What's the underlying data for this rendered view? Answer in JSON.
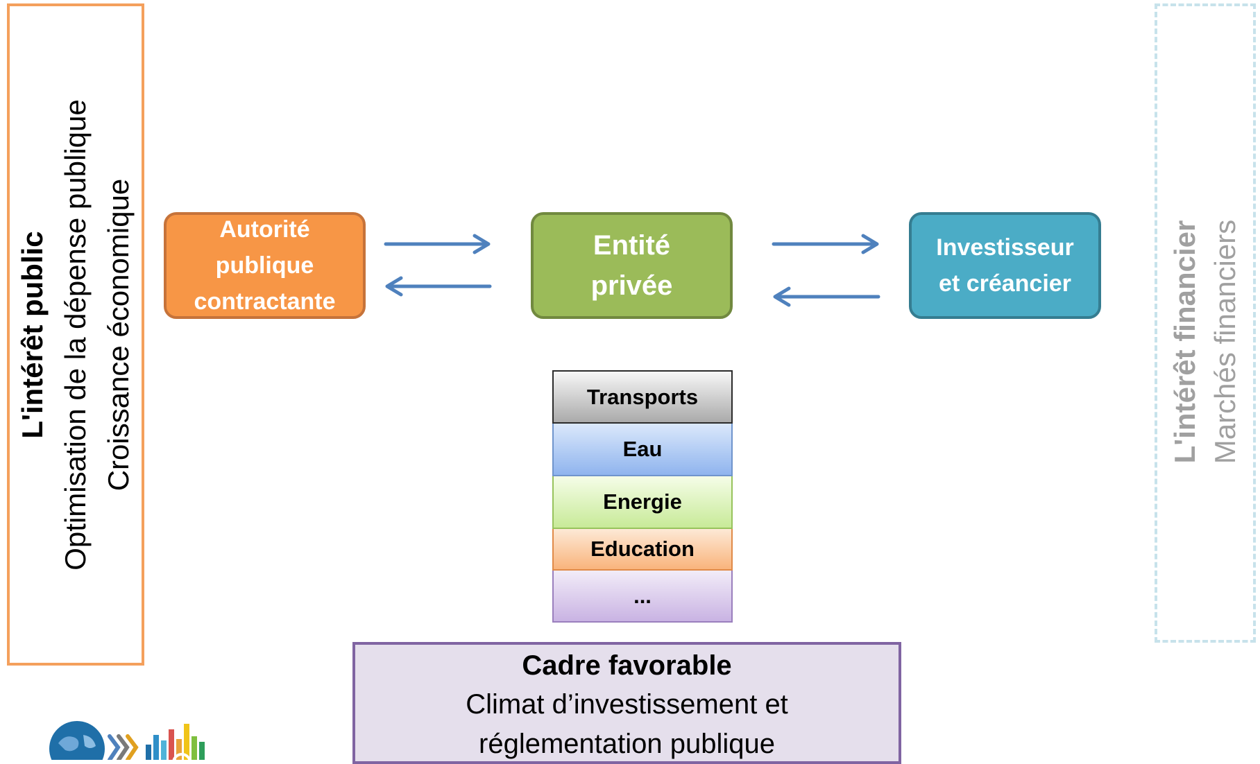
{
  "left_panel": {
    "title": "L'intérêt public",
    "lines": [
      "Optimisation de la dépense publique",
      "Croissance économique"
    ]
  },
  "right_panel": {
    "title": "L'intérêt financier",
    "line": "Marchés financiers"
  },
  "actors": {
    "authority": [
      "Autorité",
      "publique",
      "contractante"
    ],
    "entity": [
      "Entité",
      "privée"
    ],
    "investor": [
      "Investisseur",
      "et créancier"
    ]
  },
  "sectors": [
    "Transports",
    "Eau",
    "Energie",
    "Education",
    "..."
  ],
  "framework": {
    "title": "Cadre favorable",
    "lines": [
      "Climat d’investissement et",
      "réglementation publique"
    ]
  },
  "colors": {
    "authority": "#f79646",
    "entity": "#9bbb59",
    "investor": "#4bacc6",
    "arrow": "#4f81bd",
    "framework_fill": "#e5dfec",
    "framework_border": "#8064a2"
  }
}
